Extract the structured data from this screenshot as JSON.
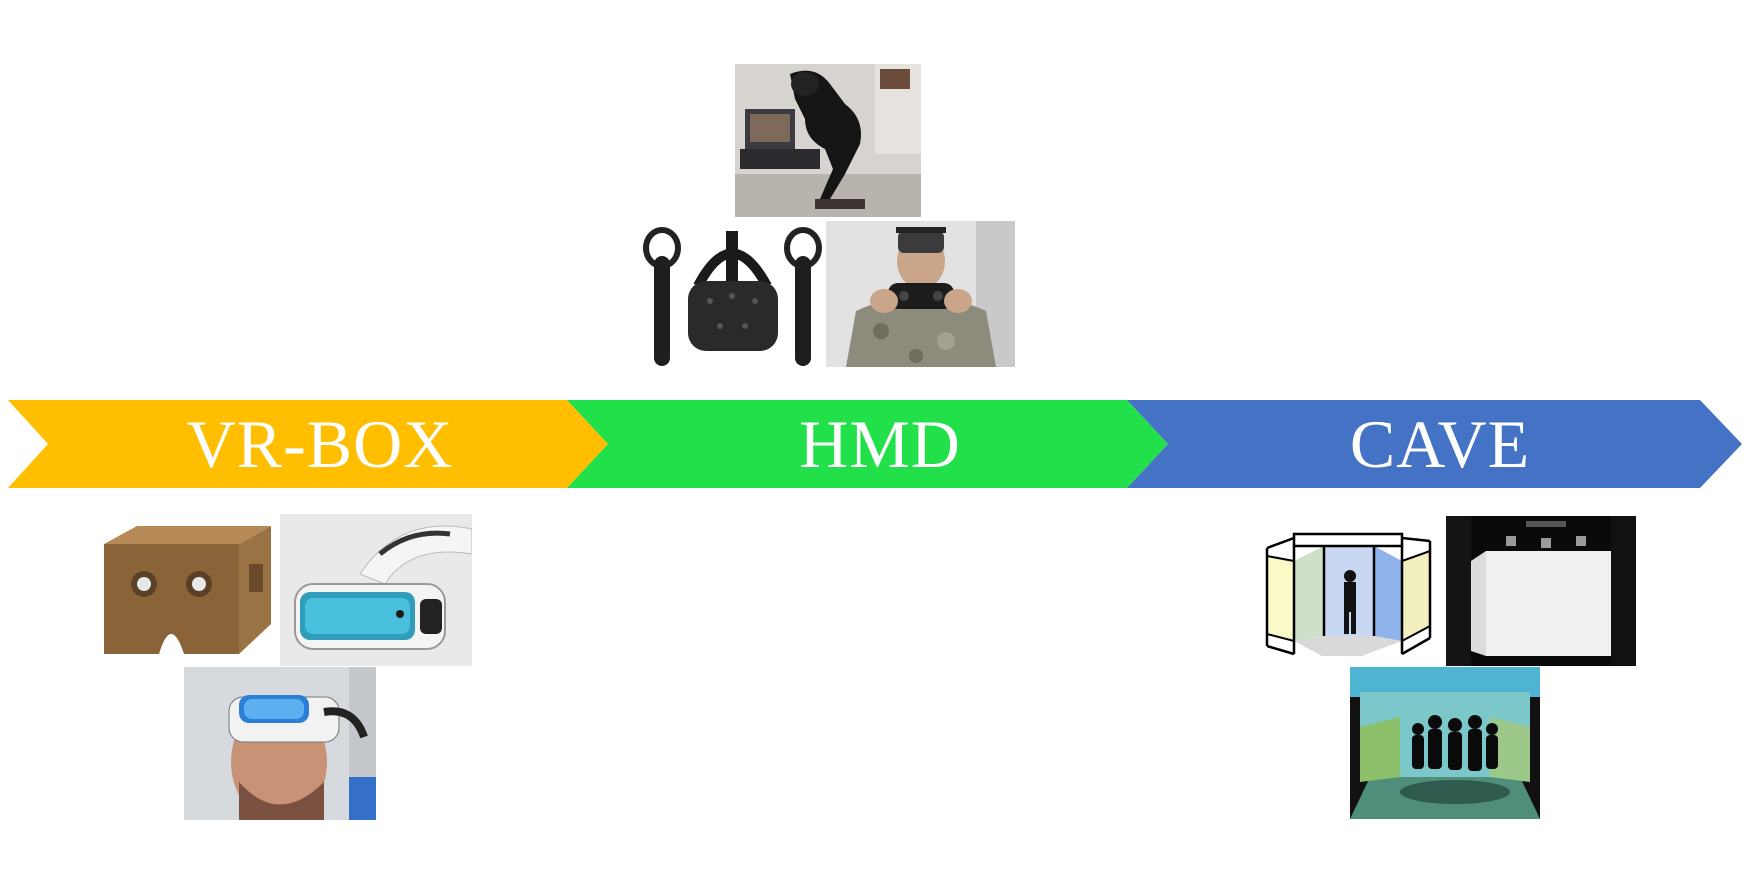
{
  "segments": [
    {
      "label": "VR-BOX",
      "color": "#FFBF00"
    },
    {
      "label": "HMD",
      "color": "#22E04A"
    },
    {
      "label": "CAVE",
      "color": "#4472C4"
    }
  ],
  "images": {
    "vrbox": [
      "cardboard-viewer-photo",
      "gear-vr-headset-photo",
      "user-wearing-gear-vr-photo"
    ],
    "hmd": [
      "person-using-vr-at-desk-photo",
      "htc-vive-kit-photo",
      "soldier-with-hmd-and-gamepad-photo"
    ],
    "cave": [
      "cave-frame-diagram",
      "empty-cave-room-photo",
      "people-inside-cave-photo"
    ]
  }
}
